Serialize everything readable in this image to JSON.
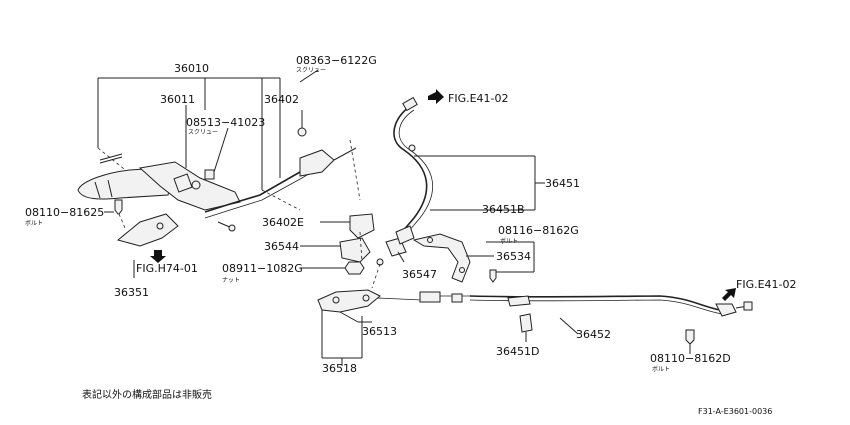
{
  "labels": {
    "p36010": "36010",
    "p36011": "36011",
    "p36402": "36402",
    "s08513": "08513−41023",
    "s08513_sub": "スクリュー",
    "s08363": "08363−6122G",
    "s08363_sub": "スクリュー",
    "b08110a": "08110−81625",
    "b08110a_sub": "ボルト",
    "fig_h74": "FIG.H74-01",
    "p36351": "36351",
    "p36402e": "36402E",
    "p36544": "36544",
    "n08911": "08911−1082G",
    "n08911_sub": "ナット",
    "p36547": "36547",
    "p36513": "36513",
    "p36518": "36518",
    "fig_e41_top": "FIG.E41-02",
    "p36451": "36451",
    "p36451b": "36451B",
    "b08116": "08116−8162G",
    "b08116_sub": "ボルト",
    "p36534": "36534",
    "fig_e41_right": "FIG.E41-02",
    "p36452": "36452",
    "p36451d": "36451D",
    "b08110b": "08110−8162D",
    "b08110b_sub": "ボルト"
  },
  "footnote": "表記以外の構成部品は非販売",
  "figure_code": "F31-A-E3601-0036"
}
